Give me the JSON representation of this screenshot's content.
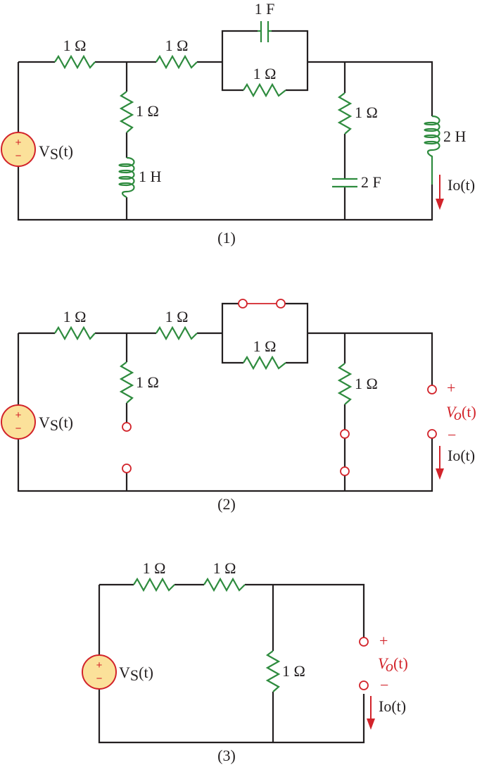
{
  "colors": {
    "wire": "#231f20",
    "component": "#2e8b3e",
    "accent": "#d2232a",
    "source_fill": "#fbe19a"
  },
  "circuit1": {
    "caption": "(1)",
    "r_top_left": "1 Ω",
    "r_top_mid": "1 Ω",
    "cap_top": "1 F",
    "r_parallel": "1 Ω",
    "r_shunt_left": "1 Ω",
    "l_shunt_left": "1 H",
    "r_shunt_right": "1 Ω",
    "cap_shunt_right": "2 F",
    "l_right": "2 H",
    "source": {
      "main": "V",
      "sub": "S",
      "tail": "(t)"
    },
    "current": {
      "main": "I",
      "sub": "o",
      "tail": "(t)"
    }
  },
  "circuit2": {
    "caption": "(2)",
    "r_top_left": "1 Ω",
    "r_top_mid": "1 Ω",
    "r_parallel": "1 Ω",
    "r_shunt_left": "1 Ω",
    "r_shunt_right": "1 Ω",
    "source": {
      "main": "V",
      "sub": "S",
      "tail": "(t)"
    },
    "plus": "+",
    "minus": "−",
    "vo": {
      "main": "V",
      "sub": "o",
      "tail": "(t)"
    },
    "current": {
      "main": "I",
      "sub": "o",
      "tail": "(t)"
    }
  },
  "circuit3": {
    "caption": "(3)",
    "r_top_left": "1 Ω",
    "r_top_right": "1 Ω",
    "r_shunt": "1 Ω",
    "source": {
      "main": "V",
      "sub": "S",
      "tail": "(t)"
    },
    "plus": "+",
    "minus": "−",
    "vo": {
      "main": "V",
      "sub": "o",
      "tail": "(t)"
    },
    "current": {
      "main": "I",
      "sub": "o",
      "tail": "(t)"
    }
  }
}
